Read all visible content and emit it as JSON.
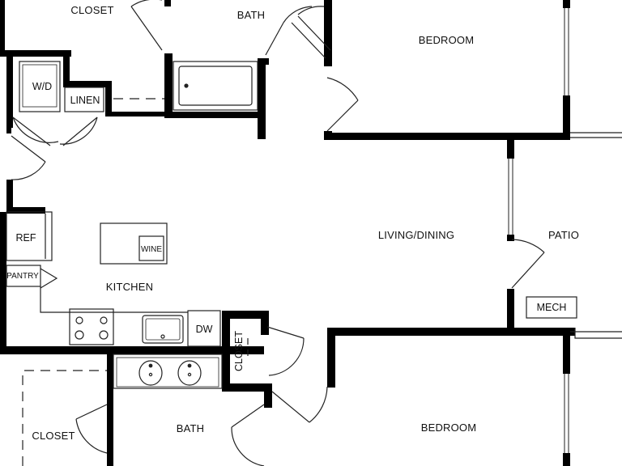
{
  "plan": {
    "colors": {
      "wall": "#000000",
      "line": "#222222",
      "background": "#ffffff",
      "fixture_fill": "#f4f4f4"
    },
    "rooms": {
      "closet_top": "CLOSET",
      "bath_top": "BATH",
      "bedroom_top": "BEDROOM",
      "living_dining": "LIVING/DINING",
      "patio": "PATIO",
      "kitchen": "KITCHEN",
      "bath_bottom": "BATH",
      "bedroom_bottom": "BEDROOM",
      "closet_bottom": "CLOSET"
    },
    "fixtures": {
      "washer_dryer": "W/D",
      "linen": "LINEN",
      "ref": "REF",
      "pantry": "PANTRY",
      "wine": "WINE",
      "dw": "DW",
      "mech": "MECH",
      "closet_small": "CLOSET"
    }
  }
}
